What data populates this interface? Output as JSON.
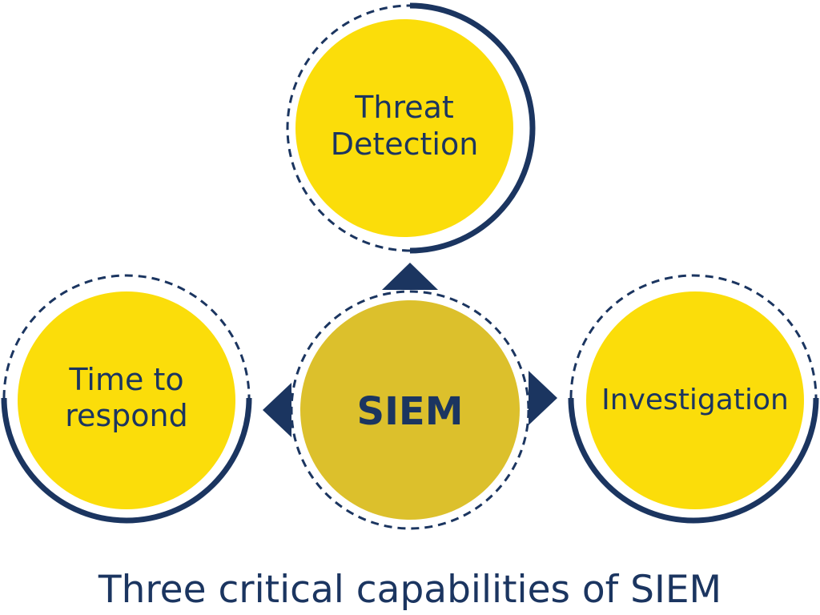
{
  "colors": {
    "navy": "#1b3560",
    "yellow": "#fbdd0a",
    "gold": "#dcc02c",
    "background": "#ffffff"
  },
  "nodes": {
    "threat_detection": {
      "line1": "Threat",
      "line2": "Detection"
    },
    "time_to_respond": {
      "line1": "Time to",
      "line2": "respond"
    },
    "investigation": {
      "label": "Investigation"
    },
    "siem": {
      "label": "SIEM"
    }
  },
  "caption": "Three critical capabilities of SIEM"
}
